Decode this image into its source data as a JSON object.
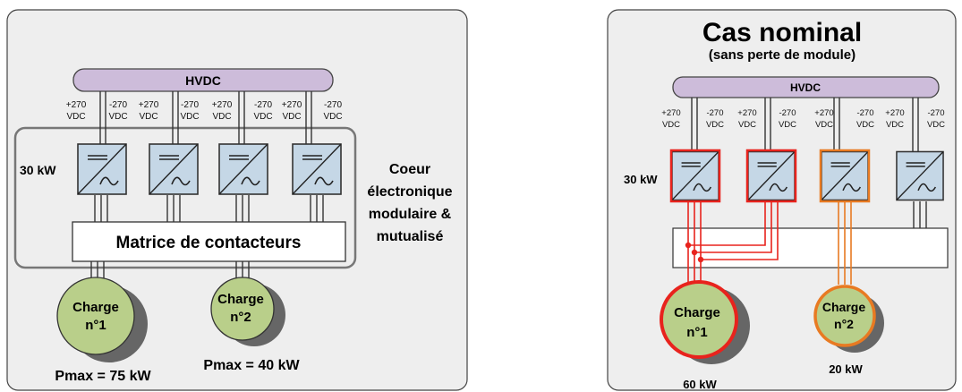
{
  "left": {
    "bus_label": "HVDC",
    "voltage_labels": [
      [
        "+270",
        "VDC"
      ],
      [
        "-270",
        "VDC"
      ],
      [
        "+270",
        "VDC"
      ],
      [
        "-270",
        "VDC"
      ],
      [
        "+270",
        "VDC"
      ],
      [
        "-270",
        "VDC"
      ],
      [
        "+270",
        "VDC"
      ],
      [
        "-270",
        "VDC"
      ]
    ],
    "power_label": "30 kW",
    "core_label": [
      "Coeur",
      "électronique",
      "modulaire &",
      "mutualisé"
    ],
    "matrix_label": "Matrice de contacteurs",
    "load1_label": [
      "Charge",
      "n°1"
    ],
    "load2_label": [
      "Charge",
      "n°2"
    ],
    "pmax1_label": "Pmax = 75 kW",
    "pmax2_label": "Pmax = 40 kW"
  },
  "right": {
    "title": "Cas nominal",
    "subtitle": "(sans perte de module)",
    "bus_label": "HVDC",
    "voltage_labels": [
      [
        "+270",
        "VDC"
      ],
      [
        "-270",
        "VDC"
      ],
      [
        "+270",
        "VDC"
      ],
      [
        "-270",
        "VDC"
      ],
      [
        "+270",
        "VDC"
      ],
      [
        "-270",
        "VDC"
      ],
      [
        "+270",
        "VDC"
      ],
      [
        "-270",
        "VDC"
      ]
    ],
    "power_label": "30 kW",
    "load1_label": [
      "Charge",
      "n°1"
    ],
    "load2_label": [
      "Charge",
      "n°2"
    ],
    "load1_power": "60 kW",
    "load2_power": "20 kW"
  },
  "colors": {
    "bus_fill": "#cdbcda",
    "converter_fill": "#c5d7e6",
    "load_fill": "#b9cf8a",
    "shadow": "#666666",
    "red": "#e8231d",
    "orange": "#e87a22"
  }
}
